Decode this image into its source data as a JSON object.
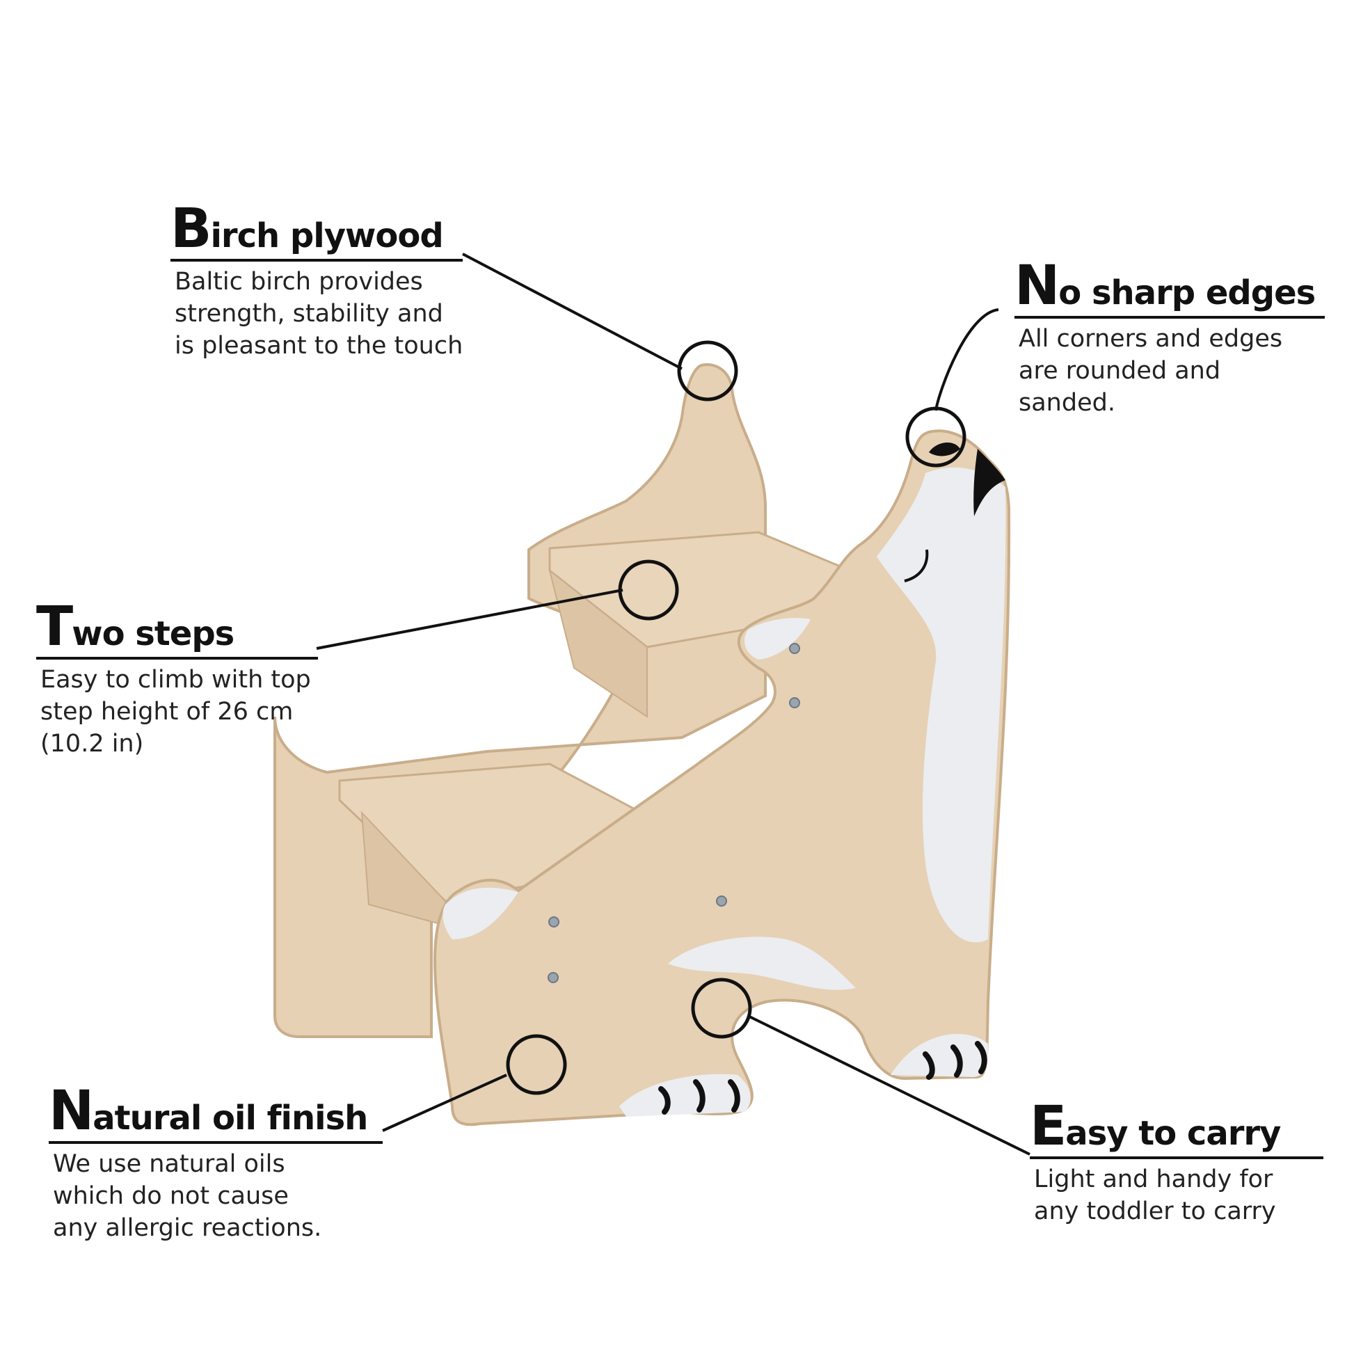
{
  "features": {
    "birch": {
      "cap": "B",
      "rest": "irch plywood",
      "lines": [
        "Baltic birch provides",
        "strength, stability and",
        "is pleasant to the touch"
      ]
    },
    "edges": {
      "cap": "N",
      "rest": "o sharp edges",
      "lines": [
        "All corners and edges",
        "are rounded and",
        "sanded."
      ]
    },
    "steps": {
      "cap": "T",
      "rest": "wo steps",
      "lines": [
        "Easy to climb with top",
        "step height of 26 cm",
        "(10.2 in)"
      ]
    },
    "oil": {
      "cap": "N",
      "rest": "atural oil finish",
      "lines": [
        "We use natural oils",
        "which do not cause",
        "any allergic reactions."
      ]
    },
    "carry": {
      "cap": "E",
      "rest": "asy to carry",
      "lines": [
        "Light and handy for",
        "any toddler to carry"
      ]
    }
  },
  "colors": {
    "wood": "#e6d1b5",
    "wood_shade": "#dcc4a4",
    "wood_edge": "#c9ad8a",
    "white_patch": "#ebedf0",
    "ink": "#111111"
  }
}
